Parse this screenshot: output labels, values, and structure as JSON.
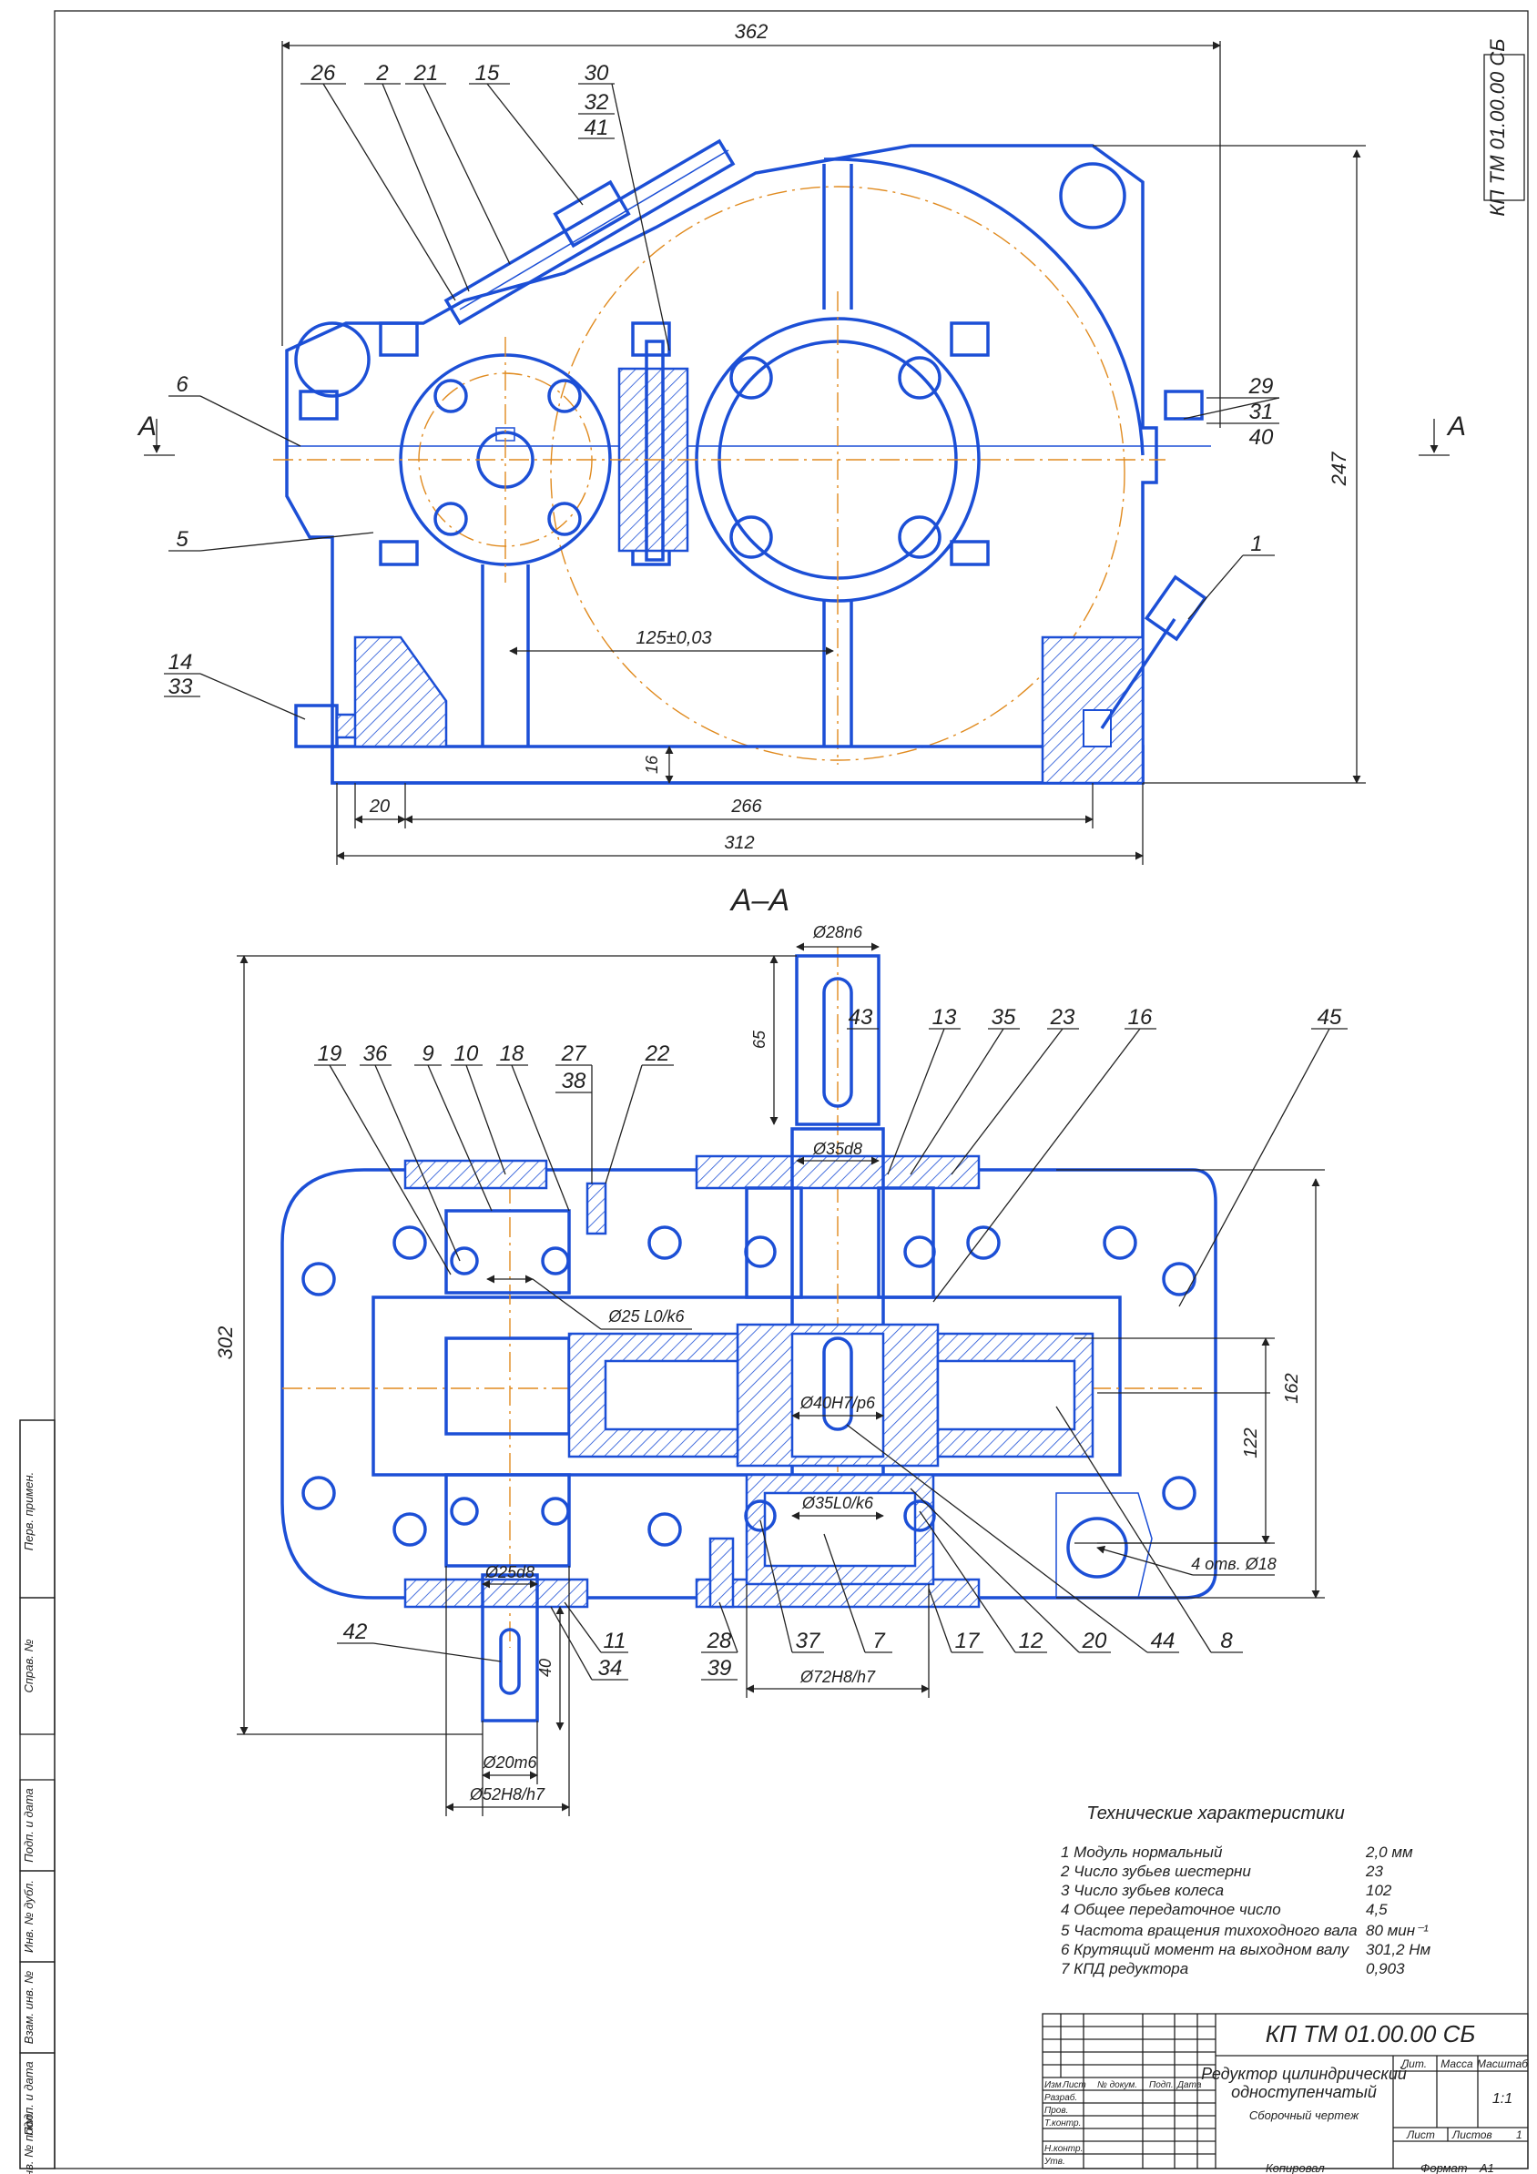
{
  "stamp_code": "КП ТМ 01.00.00 СБ",
  "section_title": "А–А",
  "section_marks": [
    "А",
    "А"
  ],
  "top_dims": {
    "overall_width": "362",
    "height": "247",
    "center_distance": "125±0,03",
    "base_thickness": "16",
    "offset": "20",
    "bolt_span": "266",
    "base_length": "312"
  },
  "section_dims": {
    "height": "302",
    "shaft_out": "Ø28n6",
    "shaft_len": "65",
    "bore_35": "Ø35d8",
    "bearing_25": "Ø25 L0/k6",
    "wheel_fit": "Ø40H7/p6",
    "bearing_35": "Ø35L0/k6",
    "seat_72": "Ø72H8/h7",
    "shaft_25": "Ø25d8",
    "input_len": "40",
    "input_shaft": "Ø20m6",
    "seat_52": "Ø52H8/h7",
    "dim_162": "162",
    "dim_122": "122",
    "holes": "4 отв. Ø18"
  },
  "top_callouts": [
    "26",
    "2",
    "21",
    "15",
    "30",
    "32",
    "41",
    "6",
    "5",
    "29",
    "31",
    "40",
    "1",
    "14",
    "33"
  ],
  "section_callouts_top": [
    "19",
    "36",
    "9",
    "10",
    "18",
    "27",
    "38",
    "22",
    "43",
    "13",
    "35",
    "23",
    "16",
    "45"
  ],
  "section_callouts_bottom": [
    "42",
    "28",
    "39",
    "11",
    "34",
    "37",
    "7",
    "17",
    "12",
    "20",
    "44",
    "8"
  ],
  "tech": {
    "title": "Технические характеристики",
    "rows": [
      {
        "label": "1 Модуль нормальный",
        "value": "2,0 мм"
      },
      {
        "label": "2 Число зубьев шестерни",
        "value": "23"
      },
      {
        "label": "3 Число зубьев колеса",
        "value": "102"
      },
      {
        "label": "4 Общее передаточное число",
        "value": "4,5"
      },
      {
        "label": "5 Частота вращения тихоходного вала",
        "value": "80 мин⁻¹"
      },
      {
        "label": "6 Крутящий момент на выходном валу",
        "value": "301,2 Нм"
      },
      {
        "label": "7 КПД редуктора",
        "value": "0,903"
      }
    ]
  },
  "title_block": {
    "code": "КП ТМ 01.00.00 СБ",
    "name_line1": "Редуктор цилиндрический",
    "name_line2": "одноступенчатый",
    "doc_type": "Сборочный чертеж",
    "col_izm": "Изм",
    "col_list": "Лист",
    "col_doc": "№ докум.",
    "col_sign": "Подп.",
    "col_date": "Дата",
    "row_razrab": "Разраб.",
    "row_prov": "Пров.",
    "row_tkontr": "Т.контр.",
    "row_nkontr": "Н.контр.",
    "row_utv": "Утв.",
    "lit": "Лит.",
    "massa": "Масса",
    "masshtab": "Масштаб",
    "scale": "1:1",
    "sheet": "Лист",
    "sheets": "Листов",
    "sheets_n": "1",
    "copied": "Копировал",
    "format": "Формат",
    "format_v": "A1"
  },
  "side_labels": [
    "Перв. примен.",
    "Справ. №",
    "Подп. и дата",
    "Инв. № дубл.",
    "Взам. инв. №",
    "Подп. и дата",
    "Инв. № подл."
  ],
  "colors": {
    "line": "#1c4fd6",
    "axis": "#e08a1e",
    "text": "#222222"
  }
}
